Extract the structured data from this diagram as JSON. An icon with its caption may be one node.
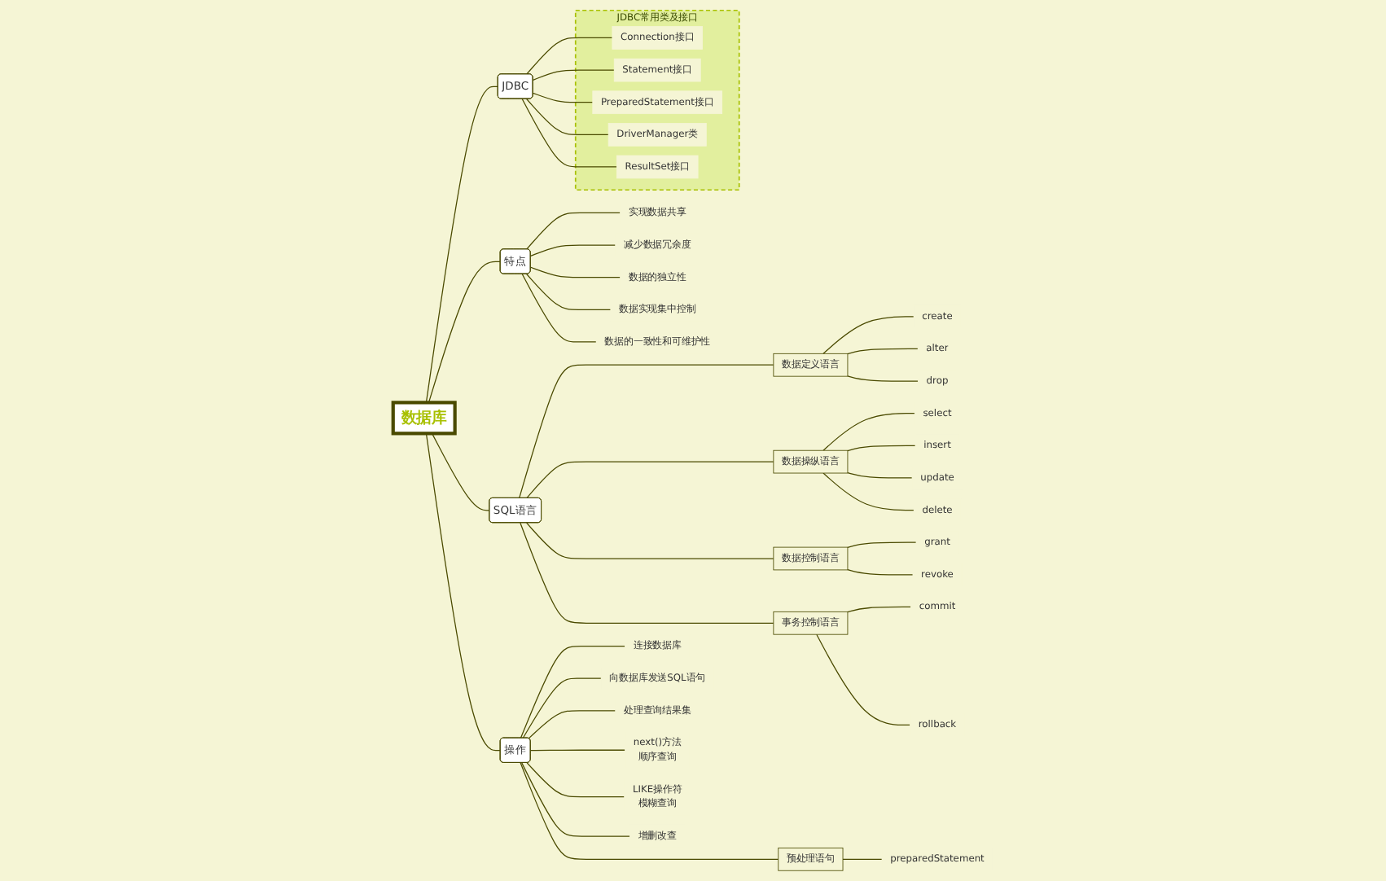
{
  "diagram": {
    "nodes": [
      {
        "text": [
          "数据库"
        ]
      },
      {
        "text": [
          "JDBC"
        ]
      },
      {
        "text": [
          "JDBC常用类及接口"
        ]
      },
      {
        "text": [
          "Connection接口"
        ],
        "in": 2
      },
      {
        "text": [
          "Statement接口"
        ],
        "in": 2
      },
      {
        "text": [
          "PreparedStatement接口"
        ],
        "in": 2
      },
      {
        "text": [
          "DriverManager类"
        ],
        "in": 2
      },
      {
        "text": [
          "ResultSet接口"
        ],
        "in": 2
      },
      {
        "text": [
          "特点"
        ]
      },
      {
        "text": [
          "实现数据共享"
        ]
      },
      {
        "text": [
          "减少数据冗余度"
        ]
      },
      {
        "text": [
          "数据的独立性"
        ]
      },
      {
        "text": [
          "数据实现集中控制"
        ]
      },
      {
        "text": [
          "数据的一致性和可维护性"
        ]
      },
      {
        "text": [
          "SQL语言"
        ]
      },
      {
        "text": [
          "数据定义语言"
        ]
      },
      {
        "text": [
          "create"
        ]
      },
      {
        "text": [
          "alter"
        ]
      },
      {
        "text": [
          "drop"
        ]
      },
      {
        "text": [
          "数据操纵语言"
        ]
      },
      {
        "text": [
          "select"
        ]
      },
      {
        "text": [
          "insert"
        ]
      },
      {
        "text": [
          "update"
        ]
      },
      {
        "text": [
          "delete"
        ]
      },
      {
        "text": [
          "数据控制语言"
        ]
      },
      {
        "text": [
          "grant"
        ]
      },
      {
        "text": [
          "revoke"
        ]
      },
      {
        "text": [
          "事务控制语言"
        ]
      },
      {
        "text": [
          "commit"
        ]
      },
      {
        "text": [
          "rollback"
        ]
      },
      {
        "text": [
          "操作"
        ]
      },
      {
        "text": [
          "连接数据库"
        ]
      },
      {
        "text": [
          "向数据库发送SQL语句"
        ]
      },
      {
        "text": [
          "处理查询结果集"
        ]
      },
      {
        "text": [
          "next()方法",
          "顺序查询"
        ]
      },
      {
        "text": [
          "LIKE操作符",
          "模糊查询"
        ]
      },
      {
        "text": [
          "增删改查"
        ]
      },
      {
        "text": [
          "预处理语句"
        ]
      },
      {
        "text": [
          "preparedStatement"
        ]
      }
    ],
    "edges": [
      {
        "from": 0,
        "to": 1,
        "arrow": "none"
      },
      {
        "from": 1,
        "to": 3,
        "arrow": "none"
      },
      {
        "from": 1,
        "to": 4,
        "arrow": "none"
      },
      {
        "from": 1,
        "to": 5,
        "arrow": "none"
      },
      {
        "from": 1,
        "to": 6,
        "arrow": "none"
      },
      {
        "from": 1,
        "to": 7,
        "arrow": "none"
      },
      {
        "from": 0,
        "to": 8,
        "arrow": "none"
      },
      {
        "from": 8,
        "to": 9,
        "arrow": "none"
      },
      {
        "from": 8,
        "to": 10,
        "arrow": "none"
      },
      {
        "from": 8,
        "to": 11,
        "arrow": "none"
      },
      {
        "from": 8,
        "to": 12,
        "arrow": "none"
      },
      {
        "from": 8,
        "to": 13,
        "arrow": "none"
      },
      {
        "from": 0,
        "to": 14,
        "arrow": "none"
      },
      {
        "from": 14,
        "to": 15,
        "arrow": "none"
      },
      {
        "from": 15,
        "to": 16,
        "arrow": "none"
      },
      {
        "from": 15,
        "to": 17,
        "arrow": "none"
      },
      {
        "from": 15,
        "to": 18,
        "arrow": "none"
      },
      {
        "from": 14,
        "to": 19,
        "arrow": "none"
      },
      {
        "from": 19,
        "to": 20,
        "arrow": "none"
      },
      {
        "from": 19,
        "to": 21,
        "arrow": "none"
      },
      {
        "from": 19,
        "to": 22,
        "arrow": "none"
      },
      {
        "from": 19,
        "to": 23,
        "arrow": "none"
      },
      {
        "from": 14,
        "to": 24,
        "arrow": "none"
      },
      {
        "from": 24,
        "to": 25,
        "arrow": "none"
      },
      {
        "from": 24,
        "to": 26,
        "arrow": "none"
      },
      {
        "from": 14,
        "to": 27,
        "arrow": "none"
      },
      {
        "from": 27,
        "to": 28,
        "arrow": "none"
      },
      {
        "from": 27,
        "to": 29,
        "arrow": "none"
      },
      {
        "from": 0,
        "to": 30,
        "arrow": "none"
      },
      {
        "from": 30,
        "to": 31,
        "arrow": "none"
      },
      {
        "from": 30,
        "to": 32,
        "arrow": "none"
      },
      {
        "from": 30,
        "to": 33,
        "arrow": "none"
      },
      {
        "from": 30,
        "to": 34,
        "arrow": "none"
      },
      {
        "from": 30,
        "to": 35,
        "arrow": "none"
      },
      {
        "from": 30,
        "to": 36,
        "arrow": "none"
      },
      {
        "from": 30,
        "to": 37,
        "arrow": "none"
      },
      {
        "from": 37,
        "to": 38,
        "arrow": "none"
      }
    ]
  }
}
